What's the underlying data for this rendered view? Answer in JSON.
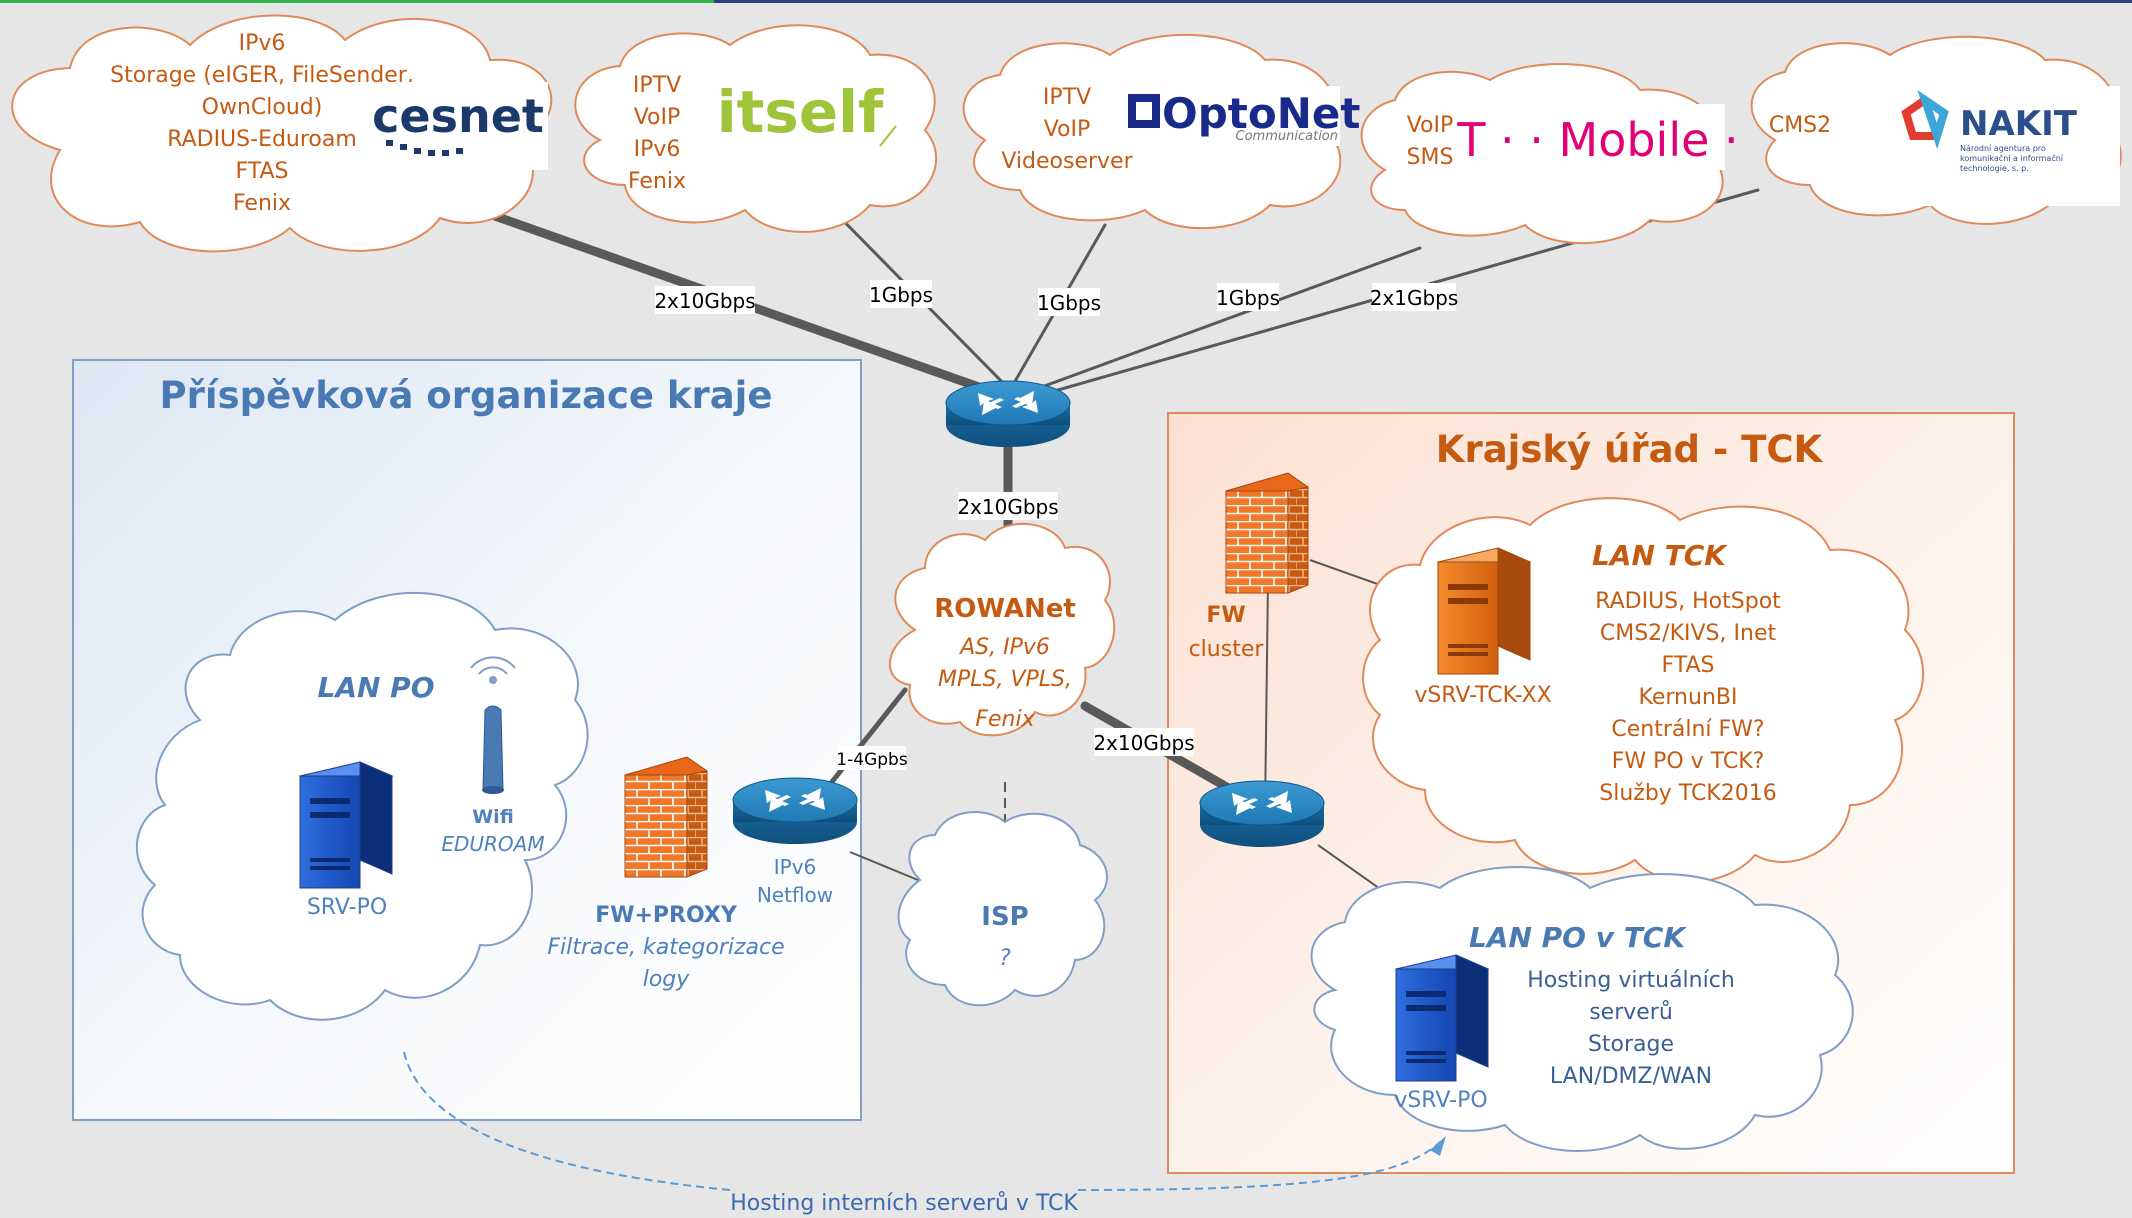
{
  "clouds": {
    "cesnet": {
      "lines": [
        "IPv6",
        "Storage (eIGER, FileSender,",
        "OwnCloud)",
        "RADIUS-Eduroam",
        "FTAS",
        "Fenix"
      ],
      "logo": "cesnet"
    },
    "itself": {
      "lines": [
        "IPTV",
        "VoIP",
        "IPv6",
        "Fenix"
      ],
      "logo": "itself"
    },
    "optonet": {
      "lines": [
        "IPTV",
        "VoIP",
        "Videoserver"
      ],
      "logo": "OptoNet",
      "logo_sub": "Communication"
    },
    "tmobile": {
      "lines": [
        "VoIP",
        "SMS"
      ],
      "logo": "T · · Mobile ·"
    },
    "nakit": {
      "lines": [
        "CMS2"
      ],
      "logo": "NAKIT",
      "logo_sub": [
        "Národní agentura pro",
        "komunikační a informační",
        "technologie, s. p."
      ]
    }
  },
  "links": {
    "cesnet": "2x10Gbps",
    "itself": "1Gbps",
    "optonet": "1Gbps",
    "tmobile": "1Gbps",
    "nakit": "2x1Gbps",
    "core_rowanet": "2x10Gbps",
    "rowanet_po": "1-4Gpbs",
    "rowanet_tck": "2x10Gbps"
  },
  "po": {
    "title": "Příspěvková organizace kraje",
    "lan_title": "LAN PO",
    "server_label": "SRV-PO",
    "wifi_label": "Wifi",
    "wifi_sub": "EDUROAM",
    "fw_label": "FW+PROXY",
    "fw_sub": [
      "Filtrace, kategorizace",
      "logy"
    ],
    "router_sub": [
      "IPv6",
      "Netflow"
    ]
  },
  "rowanet": {
    "title": "ROWANet",
    "lines": [
      "AS, IPv6",
      "MPLS, VPLS,",
      "Fenix"
    ]
  },
  "isp": {
    "title": "ISP",
    "sub": "?"
  },
  "tck": {
    "title": "Krajský úřad - TCK",
    "fw_label": "FW",
    "fw_sub": "cluster",
    "lan_title": "LAN TCK",
    "server_label": "vSRV-TCK-XX",
    "lan_lines": [
      "RADIUS, HotSpot",
      "CMS2/KIVS, Inet",
      "FTAS",
      "KernunBI",
      "Centrální FW?",
      "FW PO v TCK?",
      "Služby TCK2016"
    ],
    "lanpo_title": "LAN PO v TCK",
    "lanpo_server": "vSRV-PO",
    "lanpo_lines": [
      "Hosting virtuálních",
      "serverů",
      "Storage",
      "LAN/DMZ/WAN"
    ]
  },
  "bottom_note": "Hosting interních serverů v TCK",
  "colors": {
    "orange": "#c55a11",
    "blue": "#4a7ab4",
    "po_border": "#7f9fc6",
    "tck_border": "#e08a5a"
  }
}
